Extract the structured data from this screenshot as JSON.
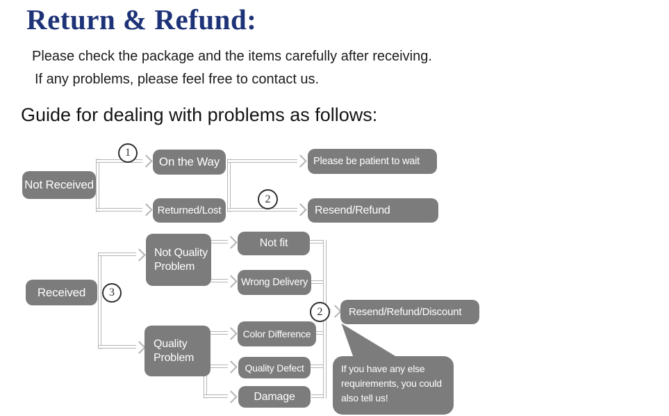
{
  "header": {
    "title": "Return & Refund:",
    "intro_lines": [
      "Please check the package and the items carefully after receiving.",
      "If any problems, please feel free to contact us."
    ],
    "guide_heading": "Guide for dealing with problems as follows:"
  },
  "steps": {
    "one": "1",
    "two": "2",
    "three": "3"
  },
  "flowchart": {
    "nodes": {
      "not_received": "Not Received",
      "on_the_way": "On the Way",
      "returned_lost": "Returned/Lost",
      "please_wait": "Please be patient to wait",
      "resend_refund": "Resend/Refund",
      "received": "Received",
      "not_quality_problem": "Not Quality Problem",
      "quality_problem": "Quality Problem",
      "not_fit": "Not fit",
      "wrong_delivery": "Wrong Delivery",
      "color_difference": "Color Difference",
      "quality_defect": "Quality Defect",
      "damage": "Damage",
      "resend_refund_discount": "Resend/Refund/Discount"
    },
    "bubble_lines": [
      "If you have any else",
      "requirements, you could",
      "also tell us!"
    ]
  },
  "colors": {
    "title_text": "#1e3377",
    "node_fill": "#7c7c7c",
    "node_text": "#ffffff",
    "connector": "#b4b4b4",
    "step_circle": "#2e2e2e",
    "background": "#ffffff"
  }
}
